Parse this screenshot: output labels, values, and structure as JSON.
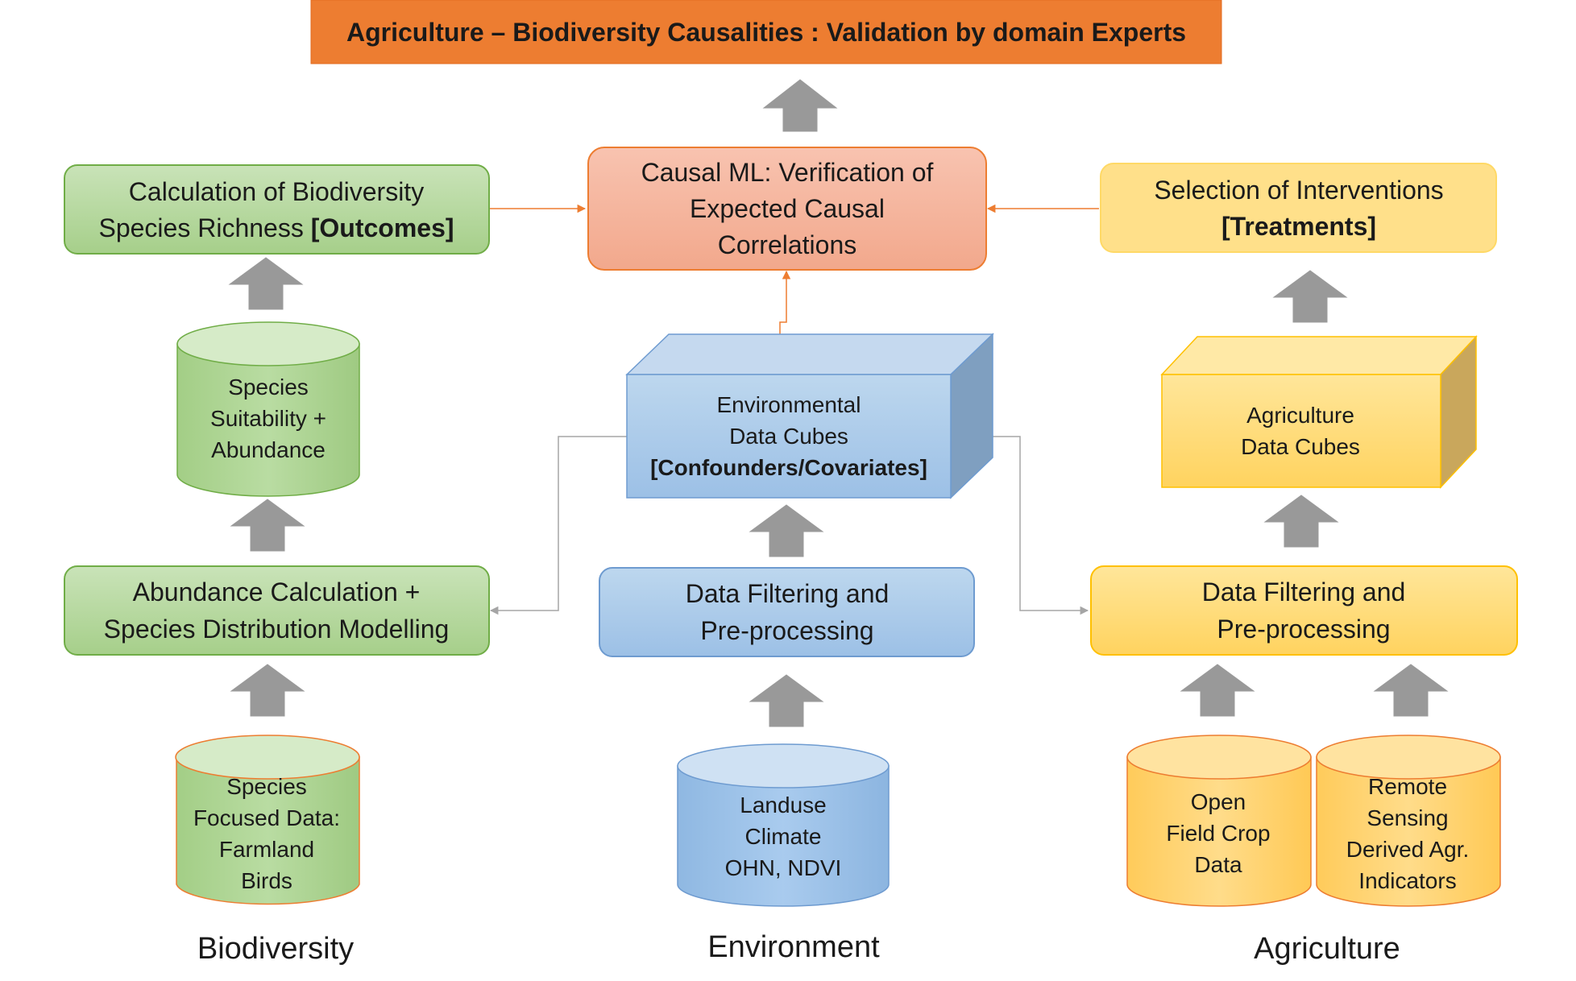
{
  "title": "Agriculture – Biodiversity Causalities : Validation by domain Experts",
  "causal_ml": [
    "Causal ML: Verification of",
    "Expected Causal",
    "Correlations"
  ],
  "biodiversity": {
    "outcomes": {
      "line1": "Calculation of  Biodiversity",
      "line2": "Species Richness ",
      "tag": "[Outcomes]"
    },
    "suitability": [
      "Species",
      "Suitability +",
      "Abundance"
    ],
    "sdm": [
      "Abundance Calculation +",
      "Species Distribution Modelling"
    ],
    "source": [
      "Species",
      "Focused Data:",
      "Farmland",
      "Birds"
    ],
    "label": "Biodiversity"
  },
  "environment": {
    "cube": [
      "Environmental",
      "Data Cubes",
      "[Confounders/Covariates]"
    ],
    "filter": [
      "Data Filtering and",
      "Pre-processing"
    ],
    "source": [
      "Landuse",
      "Climate",
      "OHN, NDVI"
    ],
    "label": "Environment"
  },
  "agriculture": {
    "treatments": {
      "line1": "Selection of Interventions",
      "tag": "[Treatments]"
    },
    "cube": [
      "Agriculture",
      "Data Cubes"
    ],
    "filter": [
      "Data Filtering and",
      "Pre-processing"
    ],
    "source1": [
      "Open",
      "Field Crop",
      "Data"
    ],
    "source2": [
      "Remote",
      "Sensing",
      "Derived Agr.",
      "Indicators"
    ],
    "label": "Agriculture"
  },
  "colors": {
    "orange_header": "#ED7D31",
    "salmon": "#F4B29A",
    "green": "#A9D18E",
    "blue": "#9DC3E6",
    "yellow": "#FFD966",
    "gray_arrow": "#999999"
  }
}
